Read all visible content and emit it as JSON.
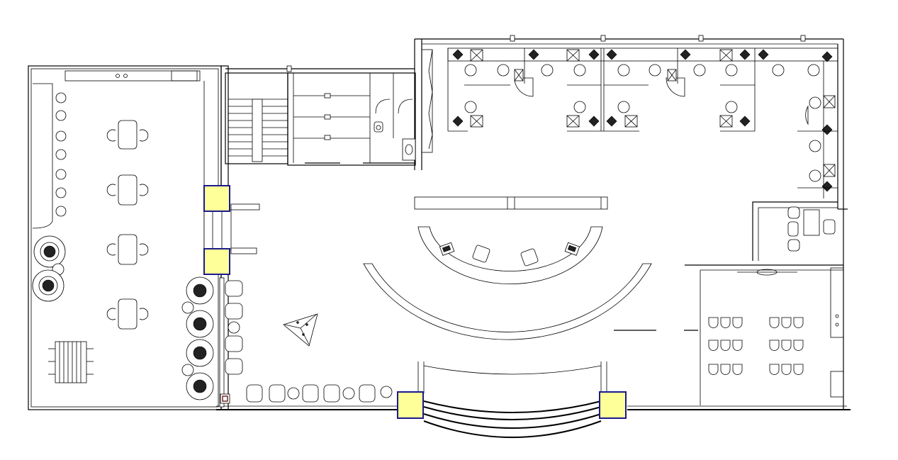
{
  "drawing": {
    "type": "architectural floor plan",
    "style": "black line drawing on white"
  },
  "colors": {
    "background": "#ffffff",
    "line": "#000000",
    "column_fill": "#ffff99",
    "column_border": "#1a1a8c"
  },
  "icons": {
    "chair": "chair-icon",
    "table": "table-icon",
    "workstation": "workstation-icon",
    "phone": "phone-icon",
    "toilet": "toilet-icon",
    "sink": "sink-icon",
    "column": "column-icon",
    "sculpture": "sculpture-icon"
  },
  "rooms": [
    {
      "id": "dining-hall"
    },
    {
      "id": "stair-core"
    },
    {
      "id": "restrooms"
    },
    {
      "id": "open-office"
    },
    {
      "id": "lobby"
    },
    {
      "id": "reception-desk"
    },
    {
      "id": "private-office"
    },
    {
      "id": "training-room"
    },
    {
      "id": "entrance"
    }
  ],
  "counts": {
    "structural_columns": 4,
    "classroom_chairs": 18,
    "dining_tables": 4,
    "reception_phones": 2
  }
}
